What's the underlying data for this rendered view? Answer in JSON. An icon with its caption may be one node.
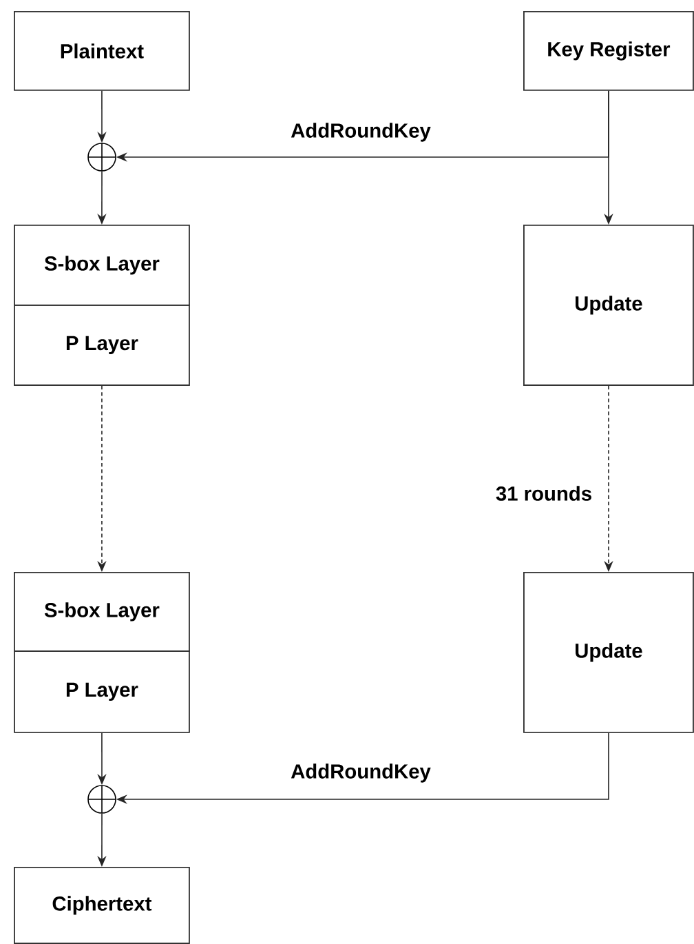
{
  "diagram": {
    "nodes": [
      {
        "text": [
          "Plaintext"
        ]
      },
      {
        "text": [
          "Key Register"
        ]
      },
      {
        "text": [],
        "shape": "circle"
      },
      {
        "text": [
          "S-box Layer"
        ]
      },
      {
        "text": [
          "P Layer"
        ]
      },
      {
        "text": [
          "Update"
        ]
      },
      {
        "text": [
          "S-box Layer"
        ]
      },
      {
        "text": [
          "P Layer"
        ]
      },
      {
        "text": [
          "Update"
        ]
      },
      {
        "text": [],
        "shape": "circle"
      },
      {
        "text": [
          "Ciphertext"
        ]
      }
    ],
    "edges": [
      {
        "from": 0,
        "to": 2,
        "arrow": "to"
      },
      {
        "from": 1,
        "to": 2,
        "arrow": "to",
        "label": "AddRoundKey"
      },
      {
        "from": 1,
        "to": 5,
        "arrow": "to"
      },
      {
        "from": 2,
        "to": 3,
        "arrow": "to"
      },
      {
        "from": 4,
        "to": 6,
        "arrow": "to",
        "style": "dashed"
      },
      {
        "from": 5,
        "to": 8,
        "arrow": "to",
        "style": "dashed",
        "label": "31 rounds"
      },
      {
        "from": 7,
        "to": 9,
        "arrow": "to"
      },
      {
        "from": 8,
        "to": 9,
        "arrow": "to",
        "label": "AddRoundKey"
      },
      {
        "from": 9,
        "to": 10,
        "arrow": "to"
      }
    ]
  }
}
